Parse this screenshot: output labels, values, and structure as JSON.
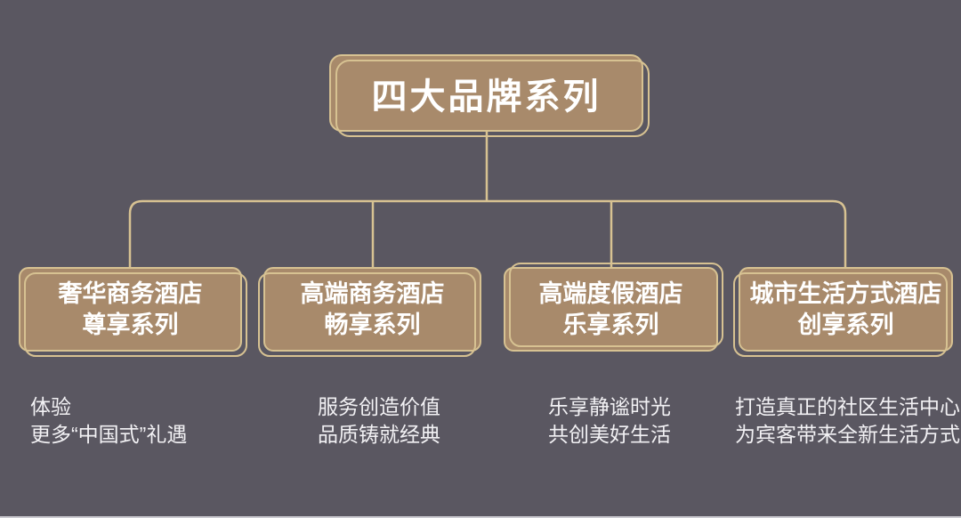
{
  "colors": {
    "background": "#5a5761",
    "box_fill": "#a88a6b",
    "gold_line": "#d7c292",
    "title_text": "#ffffff",
    "desc_text": "#f2f1f4"
  },
  "root": {
    "label": "四大品牌系列"
  },
  "branches": [
    {
      "name": "奢华商务酒店",
      "series": "尊享系列",
      "desc": [
        "体验",
        "更多“中国式”礼遇"
      ]
    },
    {
      "name": "高端商务酒店",
      "series": "畅享系列",
      "desc": [
        "服务创造价值",
        "品质铸就经典"
      ]
    },
    {
      "name": "高端度假酒店",
      "series": "乐享系列",
      "desc": [
        "乐享静谧时光",
        "共创美好生活"
      ]
    },
    {
      "name": "城市生活方式酒店",
      "series": "创享系列",
      "desc": [
        "打造真正的社区生活中心",
        "为宾客带来全新生活方式"
      ]
    }
  ]
}
